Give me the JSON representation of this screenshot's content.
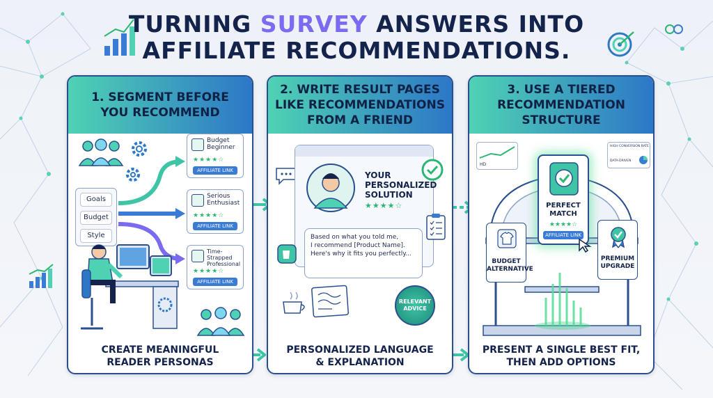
{
  "title": {
    "line1_pre": "TURNING ",
    "line1_highlight": "SURVEY",
    "line1_post": " ANSWERS INTO",
    "line2": "AFFILIATE RECOMMENDATIONS."
  },
  "colors": {
    "navy": "#14234b",
    "highlight": "#7b6bf0",
    "teal": "#4fd2b3",
    "blue": "#2d77c7",
    "green": "#2bb673"
  },
  "panels": [
    {
      "heading": "1. SEGMENT BEFORE\nYOU RECOMMEND",
      "footer": "CREATE MEANINGFUL\nREADER PERSONAS",
      "tags": [
        "Goals",
        "Budget",
        "Style"
      ],
      "personas": [
        {
          "name": "Budget\nBeginner",
          "link": "AFFILIATE LINK",
          "stars": "★★★★☆"
        },
        {
          "name": "Serious\nEnthusiast",
          "link": "AFFILIATE LINK",
          "stars": "★★★★☆"
        },
        {
          "name": "Time-\nStrapped\nProfessional",
          "link": "AFFILIATE LINK",
          "stars": "★★★★☆"
        }
      ]
    },
    {
      "heading": "2. WRITE RESULT PAGES\nLIKE RECOMMENDATIONS\nFROM A FRIEND",
      "footer": "PERSONALIZED LANGUAGE\n& EXPLANATION",
      "result_title": "YOUR\nPERSONALIZED\nSOLUTION",
      "stars": "★★★★☆",
      "bubble_text": "Based on what you told me,\nI recommend [Product Name].\nHere's why it fits you perfectly...",
      "seal_text": "RELEVANT\nADVICE"
    },
    {
      "heading": "3. USE A TIERED\nRECOMMENDATION\nSTRUCTURE",
      "footer": "PRESENT A SINGLE BEST FIT,\nTHEN ADD OPTIONS",
      "main_card": "PERFECT\nMATCH",
      "main_stars": "★★★★☆",
      "main_link": "AFFILIATE LINK",
      "left_card": "BUDGET\nALTERNATIVE",
      "right_card": "PREMIUM\nUPGRADE",
      "dash_left": "HD",
      "dash_right_1": "HIGH CONVERSION RATE",
      "dash_right_2": "DATA-DRIVEN"
    }
  ]
}
